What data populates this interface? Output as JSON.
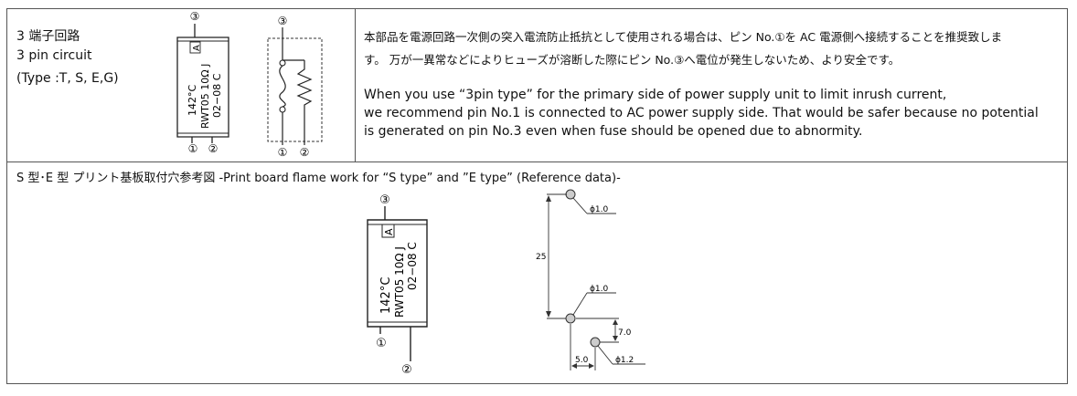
{
  "top": {
    "title_jp": "3 端子回路",
    "title_en": "3 pin circuit",
    "types": "(Type :T, S, E,G)",
    "desc_jp_1": "本部品を電源回路一次側の突入電流防止抵抗として使用される場合は、ピン No.①を AC 電源側へ接続することを推奨致しま",
    "desc_jp_2": "す。 万が一異常などによりヒューズが溶断した際にピン No.③へ電位が発生しないため、より安全です。",
    "desc_en_1": "When you use “3pin type” for the primary side of power supply unit to limit inrush current,",
    "desc_en_2": "we recommend pin No.1 is connected to AC power supply side. That would be safer because no potential",
    "desc_en_3": "is generated on pin No.3 even when fuse should be opened due to abnormity."
  },
  "component": {
    "marking_1": "142°C",
    "marking_a": "A",
    "marking_2": "RWT05 10Ω J",
    "marking_3": "02−08 C",
    "pin_1": "①",
    "pin_2": "②",
    "pin_3": "③"
  },
  "bottom": {
    "title": "S 型･E 型 プリント基板取付穴参考図 -Print board flame work for “S type” and ”E type” (Reference data)-"
  },
  "drawing": {
    "hole_a": "ϕ1.0",
    "hole_b": "ϕ1.0",
    "hole_c": "ϕ1.2",
    "dim_vertical": "25",
    "dim_small_vertical": "7.0",
    "dim_horizontal": "5.0"
  }
}
